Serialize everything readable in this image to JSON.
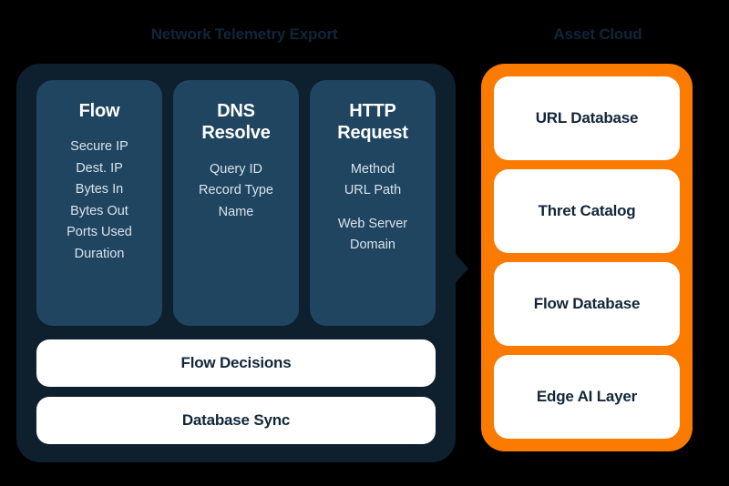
{
  "headings": {
    "left": "Network Telemetry Export",
    "right": "Asset Cloud"
  },
  "colors": {
    "background": "#000000",
    "telemetry_panel": "#0e1f2e",
    "telemetry_column": "#1f4560",
    "asset_panel": "#fb7a00",
    "card_white": "#ffffff",
    "dark_text": "#12263a",
    "light_text": "#d9e3ea"
  },
  "telemetry": {
    "columns": [
      {
        "title_lines": [
          "Flow"
        ],
        "items": [
          "Secure IP",
          "Dest. IP",
          "Bytes In",
          "Bytes Out",
          "Ports Used",
          "Duration"
        ]
      },
      {
        "title_lines": [
          "DNS",
          "Resolve"
        ],
        "items": [
          "Query ID",
          "Record Type",
          "Name"
        ]
      },
      {
        "title_lines": [
          "HTTP",
          "Request"
        ],
        "items": [
          "Method",
          "URL Path",
          "Web Server",
          "Domain"
        ]
      }
    ],
    "bars": [
      {
        "label": "Flow Decisions"
      },
      {
        "label": "Database Sync"
      }
    ]
  },
  "asset_cloud": {
    "cards": [
      {
        "label": "URL Database"
      },
      {
        "label": "Thret Catalog"
      },
      {
        "label": "Flow Database"
      },
      {
        "label": "Edge AI Layer"
      }
    ]
  }
}
